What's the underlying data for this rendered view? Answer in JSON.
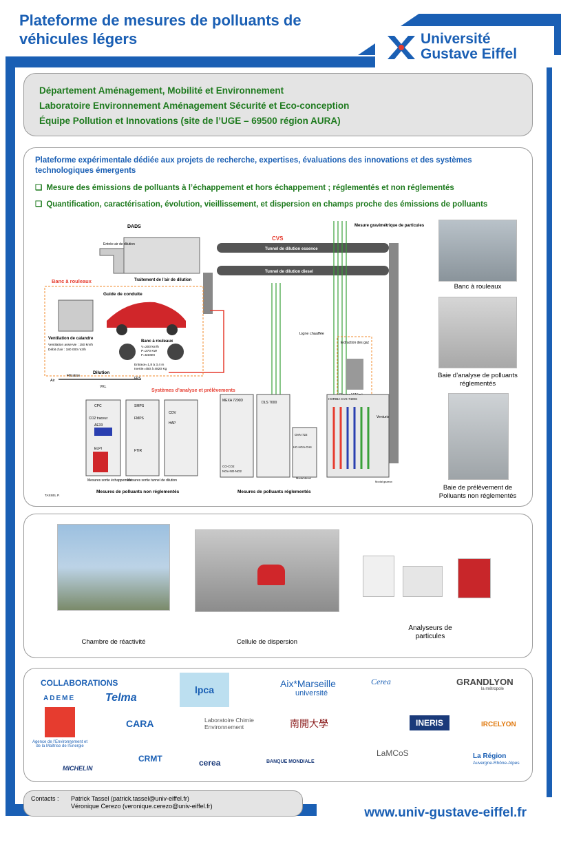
{
  "header": {
    "title": "Plateforme de mesures de polluants de véhicules légers",
    "logo_line1": "Université",
    "logo_line2": "Gustave Eiffel"
  },
  "departments": [
    "Département Aménagement, Mobilité et Environnement",
    "Laboratoire Environnement Aménagement Sécurité et Eco-conception",
    "Équipe Pollution et Innovations (site de l’UGE – 69500 région AURA)"
  ],
  "platform": {
    "intro": "Plateforme expérimentale dédiée aux projets de recherche, expertises, évaluations des innovations et des systèmes technologiques émergents",
    "bullet1": "Mesure des émissions de polluants à l’échappement et hors échappement ; réglementés et non réglementés",
    "bullet2": "Quantification, caractérisation, évolution, vieillissement, et dispersion en champs proche des émissions de polluants"
  },
  "diagram": {
    "dads": "DADS",
    "entree": "Entrée air de dilution",
    "traitement": "Traitement de l’air de dilution",
    "cvs": "CVS",
    "mesure_grav": "Mesure gravimétrique de particules",
    "tunnel_essence": "Tunnel de dilution essence",
    "tunnel_diesel": "Tunnel de dilution diesel",
    "banc": "Banc à rouleaux",
    "guide": "Guide de conduite",
    "ventilation": "Ventilation de calandre",
    "vent_detail": "Ventilation asservie : 150 km/h",
    "debit": "Débit d’air : 180 000 m3/h",
    "banc2": "Banc à rouleaux",
    "banc_spec1": "V=200 km/h",
    "banc_spec2": "P=270 KW",
    "banc_spec3": "F=5400N",
    "entraxe": "Entraxe=1,8 à 3,4 m",
    "inertie": "Inertie=450 à 4820 Kg",
    "ligne": "Ligne chauffée",
    "extraction": "Extraction des gaz",
    "blower": "Blower 1615m³",
    "dilution": "Dilution",
    "air": "Air",
    "filtration": "Filtration",
    "vkl": "VKL",
    "fps": "FPS",
    "systemes": "Systèmes d’analyse et prélèvements",
    "cpc": "CPC",
    "co2": "CO2 traceur",
    "ae33": "AE33",
    "elpi": "ELPI",
    "smps": "SMPS",
    "fmps": "FMPS",
    "ftir": "FTIR",
    "cov": "COV",
    "hap": "HAP",
    "mexa": "MEXA 7200D",
    "dls": "DLS 7000",
    "ovn": "OVN 722",
    "hc": "HC-HCm-CH4",
    "coco2": "CO-CO2",
    "nox": "NOx-NO-NO2",
    "horiba": "HORIBA CVS-7400S",
    "venturis": "Venturis",
    "m_sortie1": "Mesures sortie échappement",
    "m_sortie2": "Mesures sortie tunnel de dilution",
    "np": "Mesures de polluants non réglementés",
    "reg": "Mesures de polluants réglementés",
    "tassel": "TASSEL P.",
    "modal": "Modal direct",
    "modal2": "Modal gazeux"
  },
  "photos": {
    "banc": "Banc à rouleaux",
    "baie_analyse": "Baie d’analyse de polluants réglementés",
    "baie_prelev": "Baie de prélèvement de Polluants non réglementés"
  },
  "chambers": {
    "chambre": "Chambre de réactivité",
    "cellule": "Cellule de dispersion",
    "analyseurs": "Analyseurs de particules"
  },
  "collab": {
    "title": "COLLABORATIONS",
    "ademe": "ADEME",
    "ademe_sub": "Agence de l’Environnement et de la Maîtrise de l’Énergie",
    "telma": "Telma",
    "lpca": "lpca",
    "aixm": "Aix*Marseille",
    "univ": "université",
    "cerea": "Cerea",
    "grandlyon": "GRANDLYON",
    "metropole": "la métropole",
    "cara": "CARA",
    "lce": "Laboratoire Chimie Environnement",
    "nankai": "南開大學",
    "ineris": "INERIS",
    "ircelyon": "IRCELYON",
    "lamcos": "LaMCoS",
    "michelin": "MICHELIN",
    "crmt": "CRMT",
    "ocerea": "cerea",
    "banque": "BANQUE MONDIALE",
    "region": "La Région",
    "region_sub": "Auvergne-Rhône-Alpes"
  },
  "contacts": {
    "label": "Contacts :",
    "c1": "Patrick Tassel (patrick.tassel@univ-eiffel.fr)",
    "c2": "Véronique Cerezo (veronique.cerezo@univ-eiffel.fr)"
  },
  "footer": {
    "url": "www.univ-gustave-eiffel.fr"
  },
  "colors": {
    "brand": "#1a5fb4",
    "green": "#1e7a1e",
    "red": "#e63c2f"
  }
}
